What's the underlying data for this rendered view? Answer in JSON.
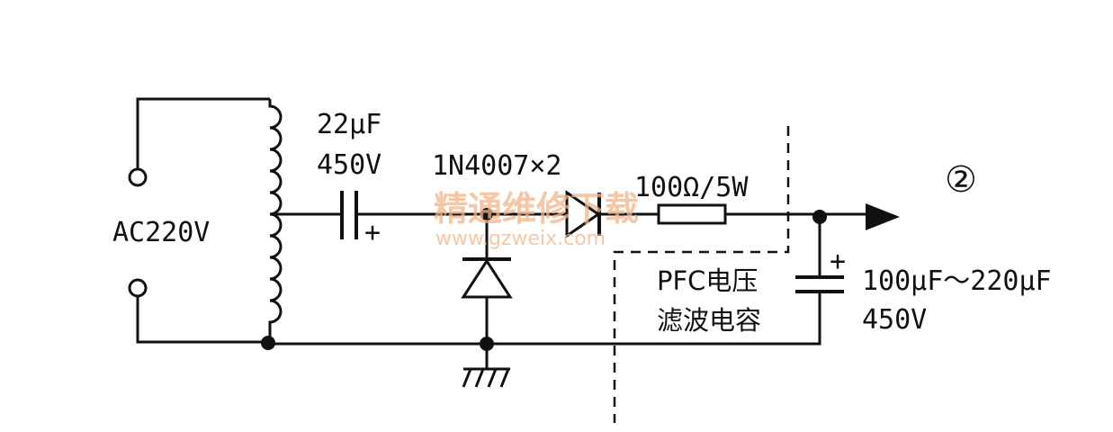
{
  "source_label": "AC220V",
  "coupling_capacitor": {
    "capacitance": "22μF",
    "voltage": "450V"
  },
  "diodes_label": "1N4007×2",
  "resistor_label": "100Ω/5W",
  "filter_capacitor": {
    "value": "100μF～220μF",
    "voltage": "450V"
  },
  "pfc_label_line1": "PFC电压",
  "pfc_label_line2": "滤波电容",
  "figure_number": "②",
  "polarity_plus": "+",
  "watermark": {
    "cn": "精通维修下载",
    "url": "www.gzweix.com"
  }
}
